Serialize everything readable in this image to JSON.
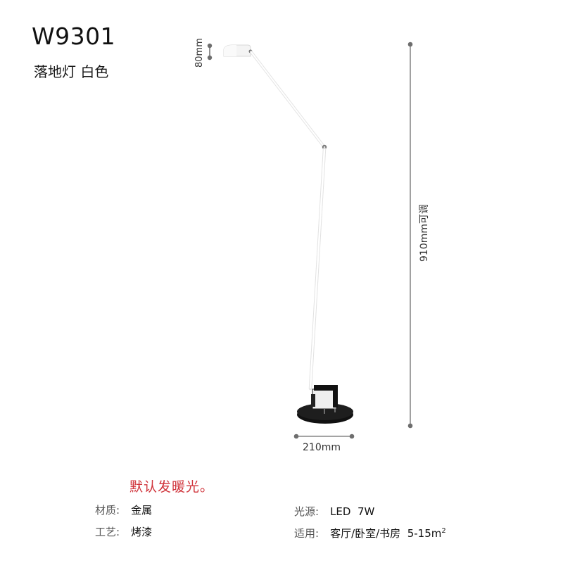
{
  "header": {
    "model": "W9301",
    "subtitle": "落地灯 白色"
  },
  "dimensions": {
    "head_height": "80mm",
    "total_height": "910mm可调",
    "base_width": "210mm"
  },
  "notice": "默认发暖光。",
  "specs": {
    "material": {
      "label": "材质:",
      "value": "金属"
    },
    "process": {
      "label": "工艺:",
      "value": "烤漆"
    },
    "light_source": {
      "label": "光源:",
      "value": "LED  7W"
    },
    "usage": {
      "label": "适用:",
      "value": "客厅/卧室/书房  5-15m",
      "superscript": "2"
    }
  },
  "colors": {
    "notice": "#d0343b",
    "dimension_line": "#6e6e6e",
    "base": "#111111",
    "lamp_body": "#ffffff"
  }
}
